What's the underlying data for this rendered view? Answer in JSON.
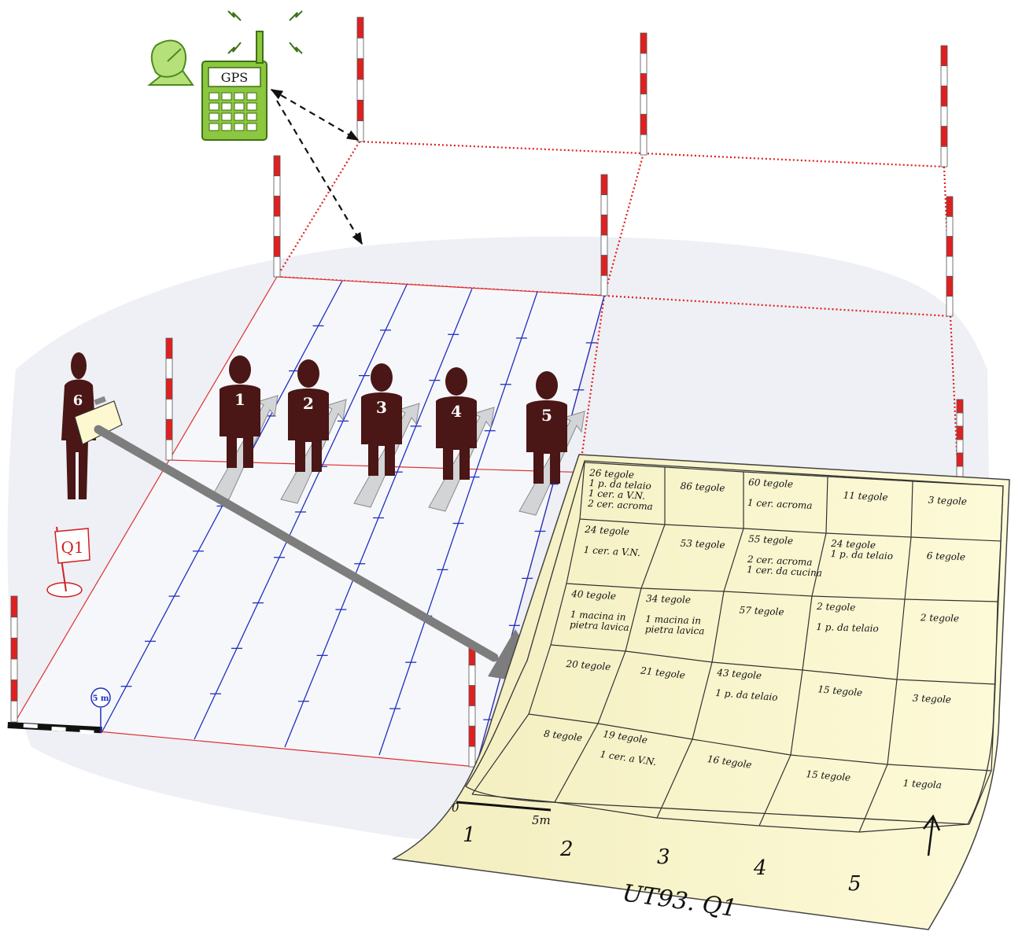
{
  "gps": {
    "label": "GPS"
  },
  "flag": {
    "label": "Q1"
  },
  "scale_marker": {
    "label": "5 m"
  },
  "walkers": [
    {
      "label": "1"
    },
    {
      "label": "2"
    },
    {
      "label": "3"
    },
    {
      "label": "4"
    },
    {
      "label": "5"
    }
  ],
  "recorder": {
    "label": "6"
  },
  "sheet": {
    "rows": [
      [
        {
          "lines": [
            "26 tegole",
            "1 p. da telaio",
            "1 cer. a V.N.",
            "2 cer. acroma"
          ]
        },
        {
          "lines": [
            "86 tegole"
          ]
        },
        {
          "lines": [
            "60 tegole",
            "",
            "1 cer. acroma"
          ]
        },
        {
          "lines": [
            "11 tegole"
          ]
        },
        {
          "lines": [
            "3 tegole"
          ]
        }
      ],
      [
        {
          "lines": [
            "24 tegole",
            "",
            "1 cer. a V.N."
          ]
        },
        {
          "lines": [
            "53 tegole"
          ]
        },
        {
          "lines": [
            "55 tegole",
            "",
            "2 cer. acroma",
            "1 cer. da cucina"
          ]
        },
        {
          "lines": [
            "24 tegole",
            "1 p. da telaio"
          ]
        },
        {
          "lines": [
            "6 tegole"
          ]
        }
      ],
      [
        {
          "lines": [
            "40 tegole",
            "",
            "1 macina in",
            "pietra lavica"
          ]
        },
        {
          "lines": [
            "34 tegole",
            "",
            "1 macina in",
            "pietra lavica"
          ]
        },
        {
          "lines": [
            "57 tegole"
          ]
        },
        {
          "lines": [
            "2 tegole",
            "",
            "1 p. da telaio"
          ]
        },
        {
          "lines": [
            "2 tegole"
          ]
        }
      ],
      [
        {
          "lines": [
            "20 tegole"
          ]
        },
        {
          "lines": [
            "21 tegole"
          ]
        },
        {
          "lines": [
            "43 tegole",
            "",
            "1 p. da telaio"
          ]
        },
        {
          "lines": [
            "15 tegole"
          ]
        },
        {
          "lines": [
            "3 tegole"
          ]
        }
      ],
      [
        {
          "lines": [
            "8 tegole"
          ]
        },
        {
          "lines": [
            "19 tegole",
            "",
            "1 cer. a V.N."
          ]
        },
        {
          "lines": [
            "16 tegole"
          ]
        },
        {
          "lines": [
            "15 tegole"
          ]
        },
        {
          "lines": [
            "1 tegola"
          ]
        }
      ]
    ],
    "scale_start": "0",
    "scale_end": "5m",
    "column_numbers": [
      "1",
      "2",
      "3",
      "4",
      "5"
    ],
    "caption": "UT93. Q1"
  },
  "colors": {
    "figure": "#4a1616",
    "gps_green": "#8dc63f",
    "grid_red": "#e02020",
    "transect_blue": "#2030c0",
    "paper": "#fbf7d2",
    "arrow_grey": "#7d7d7d"
  }
}
